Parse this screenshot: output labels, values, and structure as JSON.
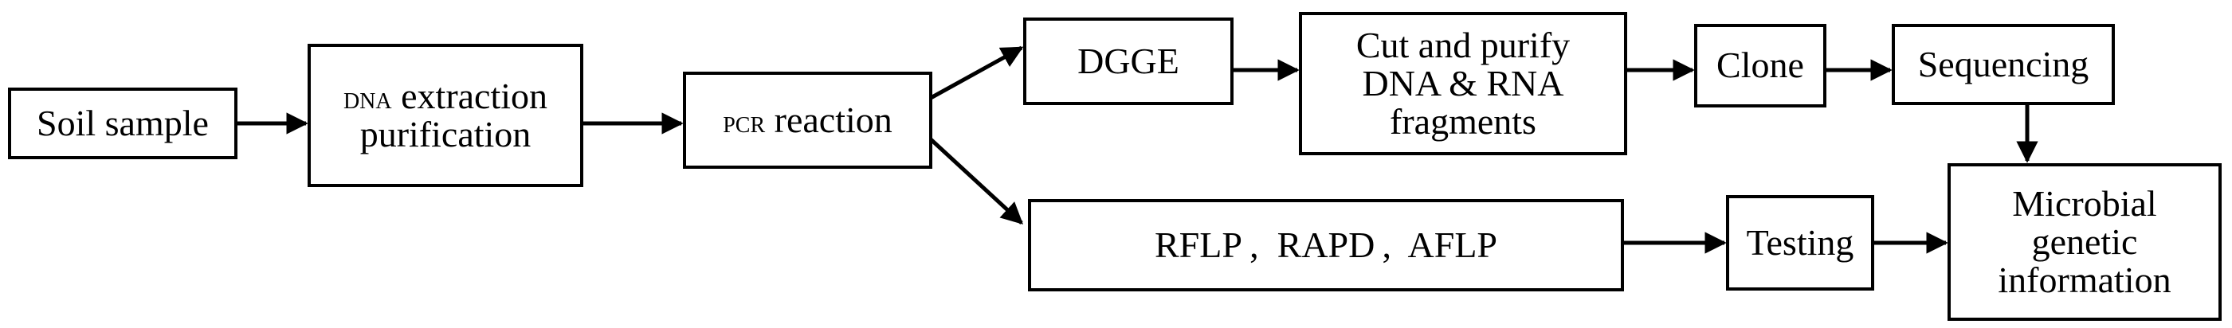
{
  "boxes": {
    "soil_sample": "Soil sample",
    "dna_extraction": {
      "prefix": "DNA",
      "line1_rest": " extraction",
      "line2": "purification"
    },
    "pcr_reaction": {
      "prefix": "PCR",
      "rest": " reaction"
    },
    "dgge": "DGGE",
    "cut_purify": {
      "line1": "Cut and purify",
      "line2": "DNA & RNA",
      "line3": "fragments"
    },
    "clone": "Clone",
    "sequencing": "Sequencing",
    "rflp": "RFLP ,  RAPD ,  AFLP",
    "testing": "Testing",
    "microbial": {
      "line1": "Microbial",
      "line2": "genetic",
      "line3": "information"
    }
  },
  "colors": {
    "stroke": "#000000",
    "background": "#ffffff"
  }
}
